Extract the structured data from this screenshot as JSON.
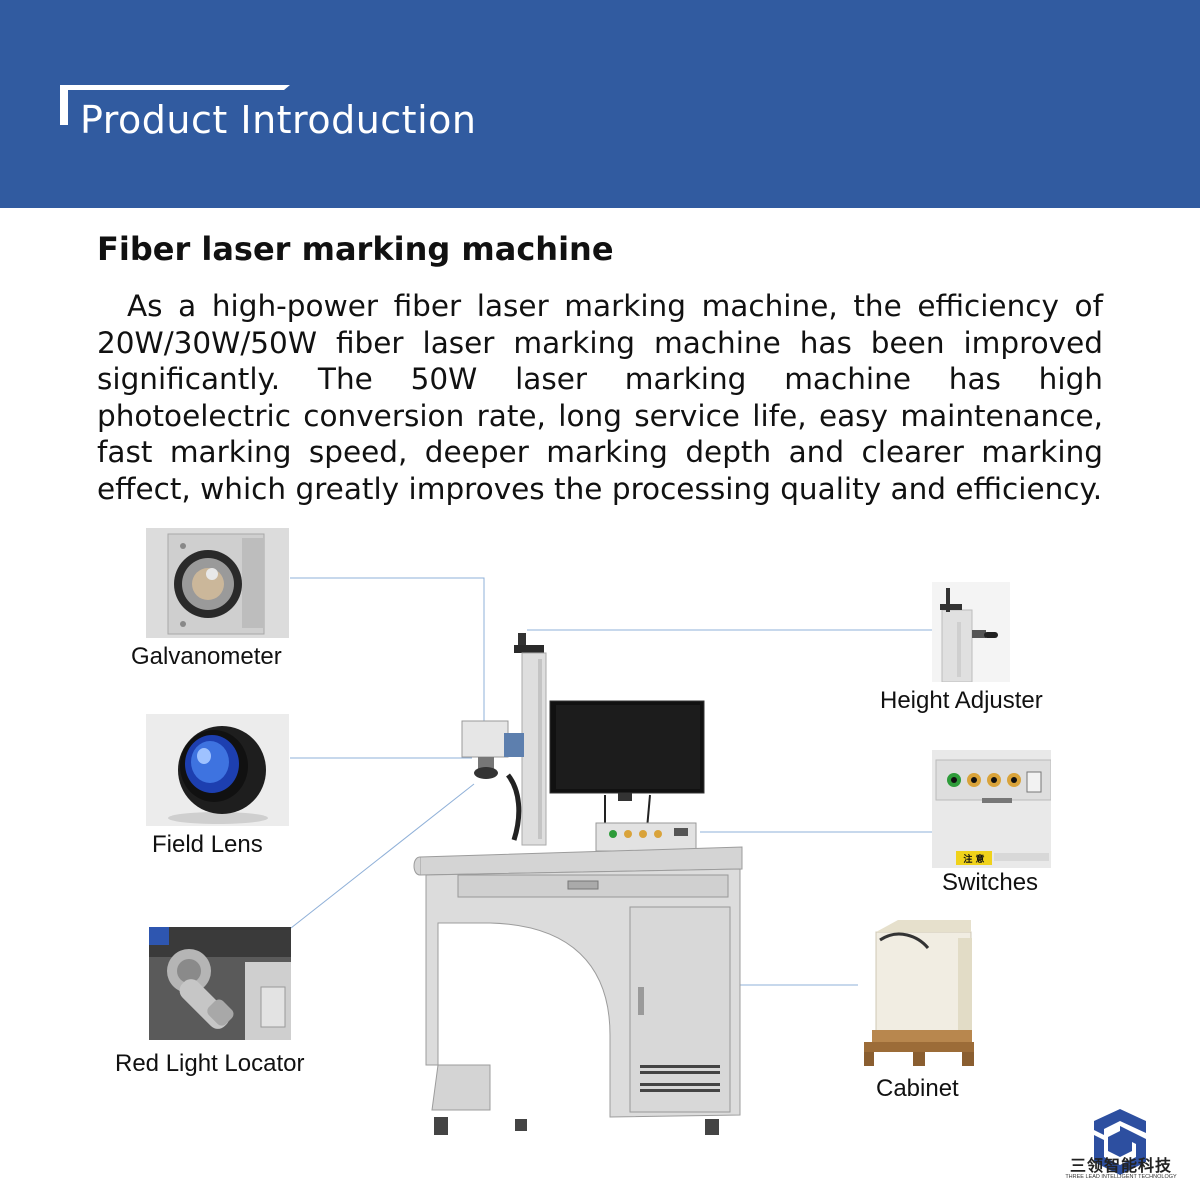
{
  "header": {
    "title": "Product Introduction",
    "background_color": "#315ba0"
  },
  "product": {
    "name": "Fiber laser marking machine",
    "description": "As a high-power fiber laser marking machine, the efficiency of 20W/30W/50W fiber laser marking machine has been improved significantly. The 50W laser marking machine has high photoelectric conversion rate, long service life, easy maintenance, fast marking speed, deeper marking depth and clearer marking effect, which greatly improves the processing quality and efficiency."
  },
  "parts": {
    "galvanometer": "Galvanometer",
    "field_lens": "Field Lens",
    "red_light_locator": "Red Light Locator",
    "height_adjuster": "Height Adjuster",
    "switches": "Switches",
    "cabinet": "Cabinet"
  },
  "switches_panel": {
    "warning_label": "注 意"
  },
  "logo": {
    "name_cn": "三领智能科技",
    "name_en": "THREE LEAD INTELLIGENT TECHNOLOGY",
    "color": "#2d4fa0"
  }
}
